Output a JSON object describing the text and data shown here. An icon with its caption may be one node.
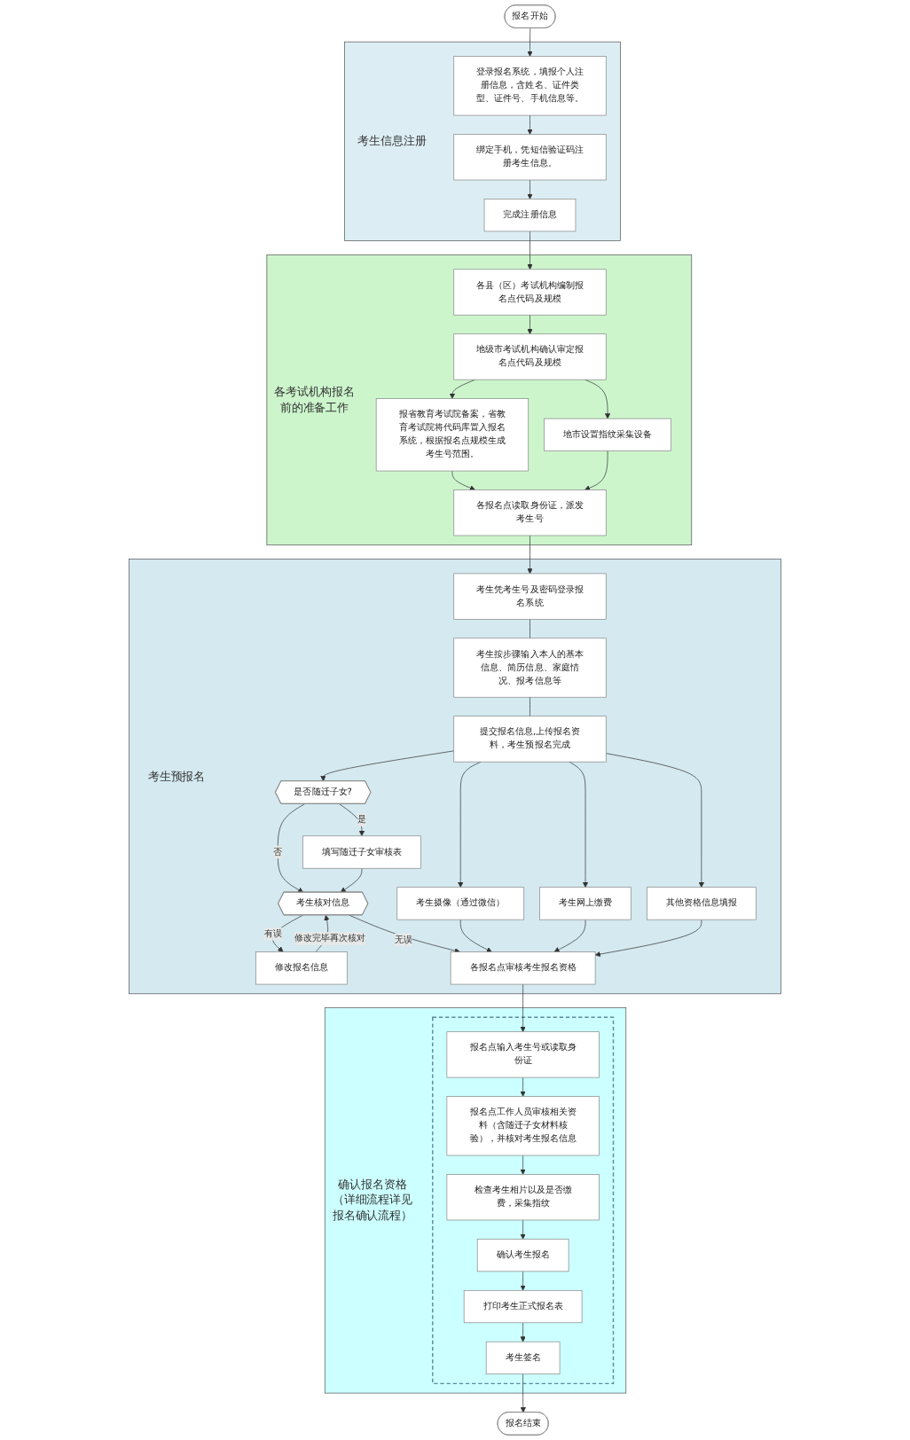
{
  "diagram": {
    "nodes": [
      {
        "text": [
          "报名开始"
        ]
      },
      {
        "text": [
          "考生信息注册"
        ]
      },
      {
        "text": [
          "登录报名系统，填报个人注册信息，含姓名、证件类型、证件号、手机信息等。"
        ],
        "in": 1
      },
      {
        "text": [
          "绑定手机，凭短信验证码注册考生信息。"
        ],
        "in": 1
      },
      {
        "text": [
          "完成注册信息"
        ],
        "in": 1
      },
      {
        "text": [
          "各考试机构报名前的准备工作"
        ]
      },
      {
        "text": [
          "各县（区）考试机构编制报名点代码及规模"
        ],
        "in": 5
      },
      {
        "text": [
          "地级市考试机构确认审定报名点代码及规模"
        ],
        "in": 5
      },
      {
        "text": [
          "报省教育考试院备案，省教育考试院将代码库置入报名系统，根据报名点规模生成考生号范围。"
        ],
        "in": 5
      },
      {
        "text": [
          "地市设置指纹采集设备"
        ],
        "in": 5
      },
      {
        "text": [
          "各报名点读取身份证，派发考生号"
        ],
        "in": 5
      },
      {
        "text": [
          "考生预报名"
        ]
      },
      {
        "text": [
          "考生凭考生号及密码登录报名系统"
        ],
        "in": 11
      },
      {
        "text": [
          "考生按步骤输入本人的基本信息、简历信息、家庭情况、报考信息等"
        ],
        "in": 11
      },
      {
        "text": [
          "提交报名信息,上传报名资料，考生预报名完成"
        ],
        "in": 11
      },
      {
        "text": [
          "考生摄像（通过微信）"
        ],
        "in": 11
      },
      {
        "text": [
          "是否随迁子女?"
        ],
        "in": 11
      },
      {
        "text": [
          "填写随迁子女审核表"
        ],
        "in": 11
      },
      {
        "text": [
          "考生核对信息"
        ],
        "in": 11
      },
      {
        "text": [
          "修改报名信息"
        ],
        "in": 11
      },
      {
        "text": [
          "考生网上缴费"
        ],
        "in": 11
      },
      {
        "text": [
          "其他资格信息填报"
        ],
        "in": 11
      },
      {
        "text": [
          "各报名点审核考生报名资格"
        ],
        "in": 11
      },
      {
        "text": [
          "确认报名资格（详细流程详见报名确认流程）"
        ]
      },
      {
        "text": [],
        "shape": "box",
        "in": 23
      },
      {
        "text": [
          "报名点输入考生号或读取身份证"
        ],
        "in": 24
      },
      {
        "text": [
          "报名点工作人员审核相关资料（含随迁子女材料核验），并核对考生报名信息"
        ],
        "in": 24
      },
      {
        "text": [
          "检查考生相片以及是否缴费，采集指纹"
        ],
        "in": 24
      },
      {
        "text": [
          "确认考生报名"
        ],
        "in": 24
      },
      {
        "text": [
          "打印考生正式报名表"
        ],
        "in": 24
      },
      {
        "text": [
          "考生签名"
        ],
        "in": 24
      },
      {
        "text": [
          "报名结束"
        ]
      }
    ],
    "edges": [
      {
        "from": 0,
        "to": 2,
        "arrow": "to"
      },
      {
        "from": 2,
        "to": 3,
        "arrow": "to"
      },
      {
        "from": 3,
        "to": 4,
        "arrow": "to"
      },
      {
        "from": 4,
        "to": 6,
        "arrow": "to"
      },
      {
        "from": 6,
        "to": 7,
        "arrow": "to"
      },
      {
        "from": 7,
        "to": 8,
        "arrow": "to"
      },
      {
        "from": 7,
        "to": 9,
        "arrow": "to"
      },
      {
        "from": 8,
        "to": 10,
        "arrow": "to"
      },
      {
        "from": 9,
        "to": 10,
        "arrow": "to"
      },
      {
        "from": 10,
        "to": 12,
        "arrow": "to"
      },
      {
        "from": 12,
        "to": 13,
        "arrow": "none"
      },
      {
        "from": 13,
        "to": 14,
        "arrow": "none"
      },
      {
        "from": 14,
        "to": 15,
        "arrow": "to"
      },
      {
        "from": 14,
        "to": 16,
        "arrow": "to"
      },
      {
        "from": 14,
        "to": 20,
        "arrow": "to"
      },
      {
        "from": 14,
        "to": 21,
        "arrow": "to"
      },
      {
        "from": 16,
        "to": 17,
        "label": "是",
        "arrow": "to"
      },
      {
        "from": 16,
        "to": 18,
        "label": "否",
        "arrow": "to"
      },
      {
        "from": 17,
        "to": 18,
        "arrow": "to"
      },
      {
        "from": 18,
        "to": 19,
        "label": "有误",
        "arrow": "to"
      },
      {
        "from": 19,
        "to": 18,
        "label": "修改完毕再次核对",
        "arrow": "to"
      },
      {
        "from": 18,
        "to": 22,
        "label": "无误",
        "arrow": "to"
      },
      {
        "from": 15,
        "to": 22,
        "arrow": "to"
      },
      {
        "from": 20,
        "to": 22,
        "arrow": "to"
      },
      {
        "from": 21,
        "to": 22,
        "arrow": "to"
      },
      {
        "from": 22,
        "to": 25,
        "arrow": "to"
      },
      {
        "from": 25,
        "to": 26,
        "arrow": "to"
      },
      {
        "from": 26,
        "to": 27,
        "arrow": "to"
      },
      {
        "from": 27,
        "to": 28,
        "arrow": "to"
      },
      {
        "from": 28,
        "to": 29,
        "arrow": "to"
      },
      {
        "from": 29,
        "to": 30,
        "arrow": "to"
      },
      {
        "from": 30,
        "to": 31,
        "arrow": "to"
      }
    ]
  }
}
